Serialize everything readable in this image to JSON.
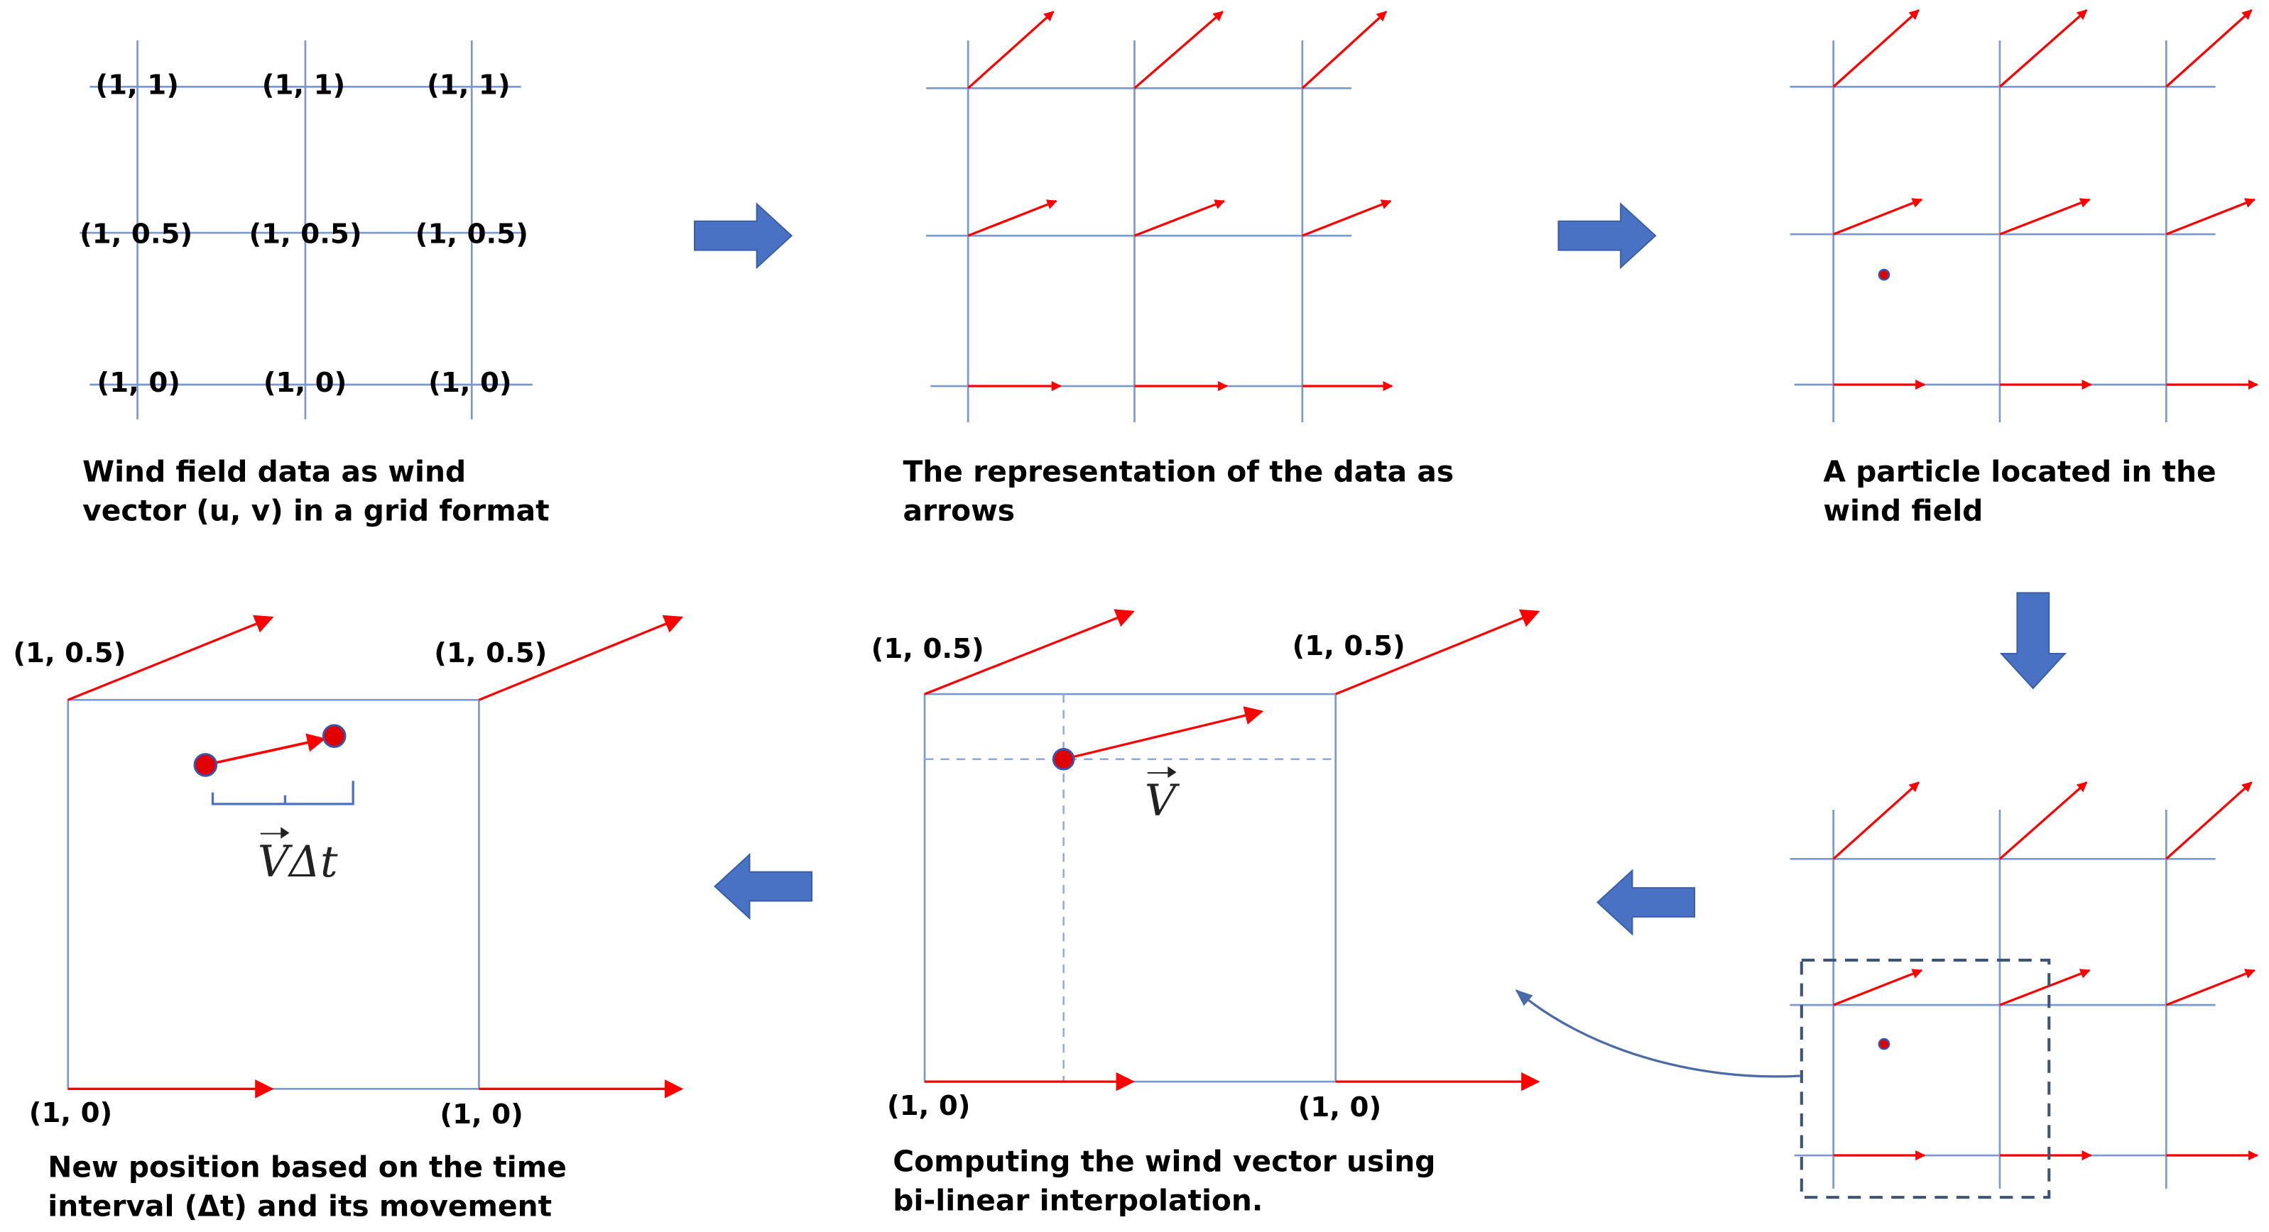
{
  "panel1": {
    "labels": [
      [
        "(1, 1)",
        "(1, 1)",
        "(1, 1)"
      ],
      [
        "(1, 0.5)",
        "(1, 0.5)",
        "(1, 0.5)"
      ],
      [
        "(1, 0)",
        "(1, 0)",
        "(1, 0)"
      ]
    ],
    "caption": [
      "Wind field data as wind",
      "vector (u, v) in a grid format"
    ]
  },
  "panel2": {
    "caption": [
      "The representation of the data as",
      "arrows"
    ]
  },
  "panel3": {
    "caption": [
      "A particle located in the",
      "wind field"
    ]
  },
  "panel5": {
    "labels": {
      "top_left": "(1, 0.5)",
      "top_right": "(1, 0.5)",
      "bottom_left": "(1, 0)",
      "bottom_right": "(1, 0)"
    },
    "vector_symbol": "V",
    "caption": [
      "Computing the wind vector using",
      "bi-linear interpolation."
    ]
  },
  "panel6": {
    "labels": {
      "top_left": "(1, 0.5)",
      "top_right": "(1, 0.5)",
      "bottom_left": "(1, 0)",
      "bottom_right": "(1, 0)"
    },
    "vector_symbol": "V",
    "delta_symbol": "Δt",
    "caption": [
      "New position based on the time",
      "interval (Δt) and its movement"
    ]
  },
  "colors": {
    "grid_line": "#7a98d0",
    "wind_arrow": "#ff0000",
    "flow_arrow": "#4a72c4",
    "particle_fill": "#e00000",
    "particle_outline": "#3a55b0",
    "dashed_box": "#3c5478"
  }
}
